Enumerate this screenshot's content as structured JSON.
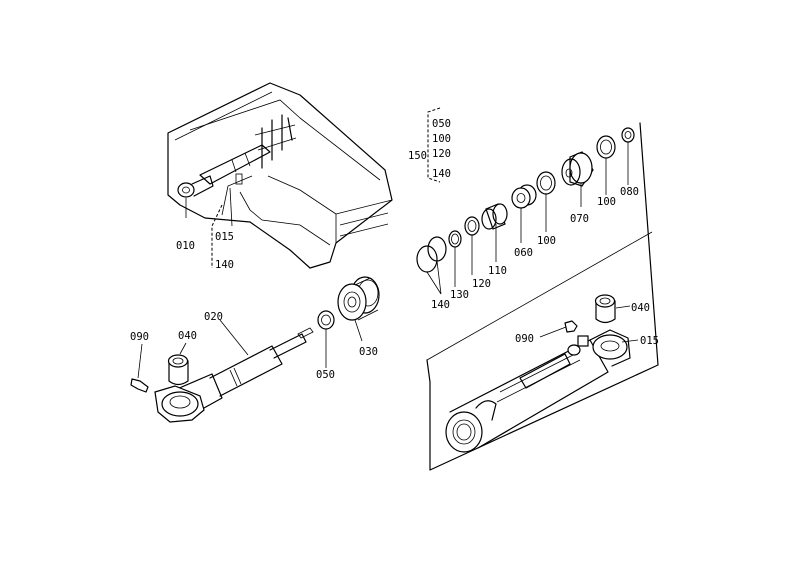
{
  "labels": {
    "l010": "010",
    "l015a": "015",
    "l140a": "140",
    "l050g": "050",
    "l100g": "100",
    "l120g": "120",
    "l150g": "150",
    "l140g": "140",
    "l080": "080",
    "l100a": "100",
    "l070": "070",
    "l100b": "100",
    "l060": "060",
    "l110": "110",
    "l120": "120",
    "l130": "130",
    "l140b": "140",
    "l030": "030",
    "l050": "050",
    "l020": "020",
    "l090a": "090",
    "l040a": "040",
    "l040b": "040",
    "l090b": "090",
    "l015b": "015"
  }
}
